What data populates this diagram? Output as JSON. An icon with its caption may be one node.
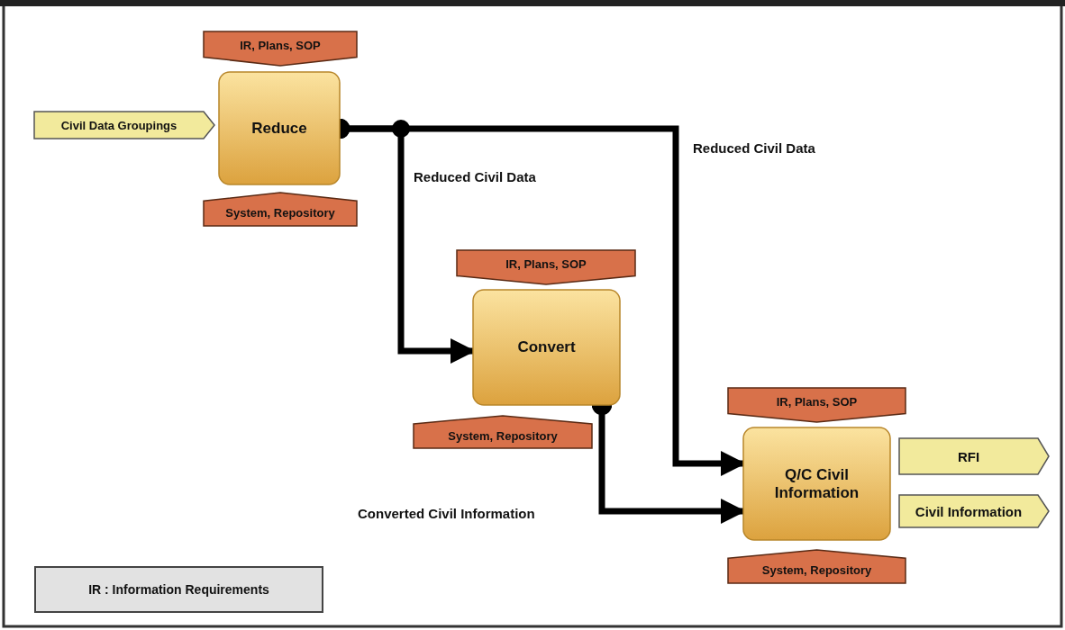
{
  "diagram": {
    "nodes": [
      {
        "text": [
          "Reduce"
        ]
      },
      {
        "text": [
          "IR, Plans, SOP"
        ]
      },
      {
        "text": [
          "System, Repository"
        ]
      },
      {
        "text": [
          "Civil Data Groupings"
        ]
      },
      {
        "text": [
          "Convert"
        ]
      },
      {
        "text": [
          "IR, Plans, SOP"
        ]
      },
      {
        "text": [
          "System, Repository"
        ]
      },
      {
        "text": [
          "Q/C Civil Information"
        ]
      },
      {
        "text": [
          "IR, Plans, SOP"
        ]
      },
      {
        "text": [
          "System, Repository"
        ]
      },
      {
        "text": [
          "RFI"
        ]
      },
      {
        "text": [
          "Civil Information"
        ]
      },
      {
        "text": [
          "IR : Information Requirements"
        ]
      }
    ],
    "edges": [
      {
        "from": 0,
        "to": 4,
        "arrow": "to",
        "label": "Reduced Civil Data"
      },
      {
        "from": 0,
        "to": 7,
        "arrow": "to",
        "label": "Reduced Civil Data"
      },
      {
        "from": 4,
        "to": 7,
        "arrow": "to",
        "label": "Converted Civil Information"
      }
    ]
  }
}
